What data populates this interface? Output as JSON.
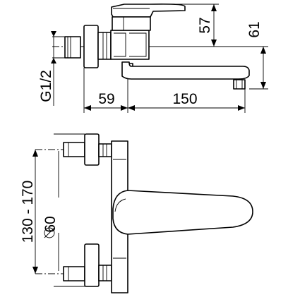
{
  "dimensions": {
    "handle_height": "57",
    "total_height": "61",
    "thread": "G1/2",
    "wall_depth": "59",
    "spout_reach": "150",
    "center_distance": "130 - 170",
    "flange_diameter": "60"
  }
}
